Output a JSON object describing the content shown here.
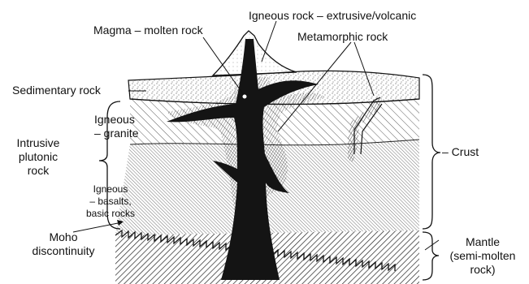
{
  "labels": {
    "igneous_extrusive": "Igneous rock – extrusive/volcanic",
    "magma": "Magma – molten rock",
    "metamorphic": "Metamorphic rock",
    "sedimentary": "Sedimentary rock",
    "igneous_granite_1": "Igneous",
    "igneous_granite_2": "– granite",
    "intrusive_1": "Intrusive",
    "intrusive_2": "plutonic",
    "intrusive_3": "rock",
    "igneous_basalt_1": "Igneous",
    "igneous_basalt_2": "– basalts,",
    "igneous_basalt_3": "basic rocks",
    "crust": "– Crust",
    "moho_1": "Moho",
    "moho_2": "discontinuity",
    "mantle_1": "Mantle",
    "mantle_2": "(semi-molten",
    "mantle_3": "rock)"
  },
  "colors": {
    "ink": "#111111",
    "magma": "#141414",
    "background": "#ffffff"
  }
}
